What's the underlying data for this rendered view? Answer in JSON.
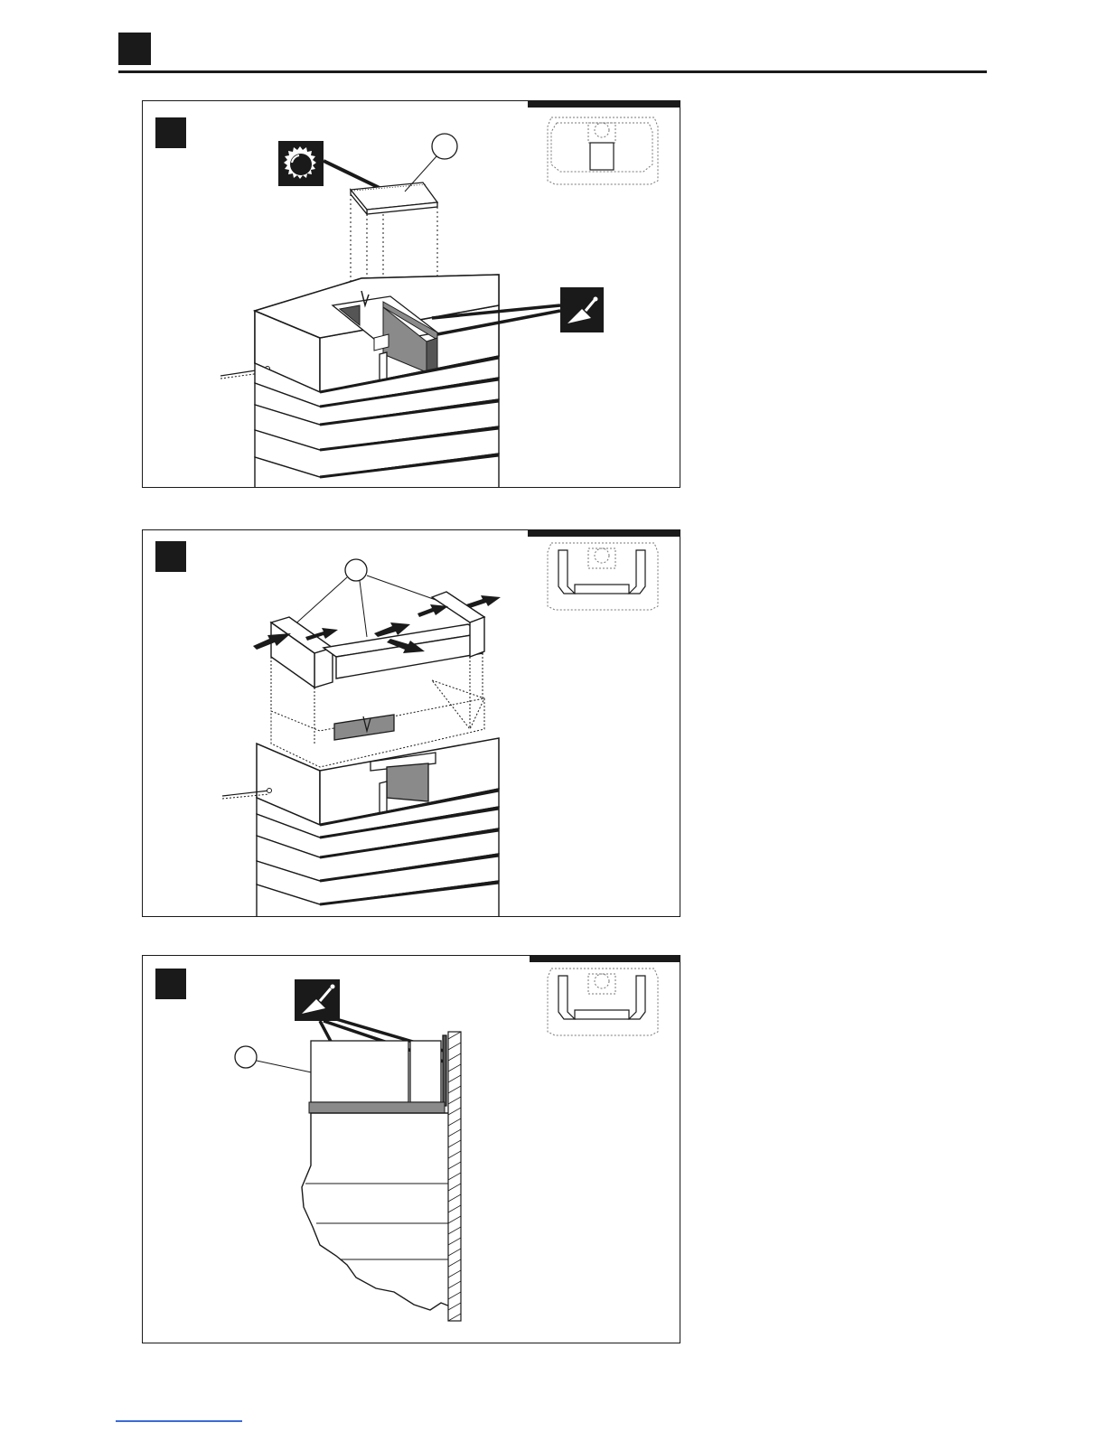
{
  "page": {
    "background": "#ffffff",
    "ink": "#1a1a1a",
    "mortar_fill": "#8a8a8a",
    "footer_link_color": "#3a6bd8"
  },
  "icons": {
    "step_marker": "filled-square-icon",
    "saw": "saw-blade-icon",
    "trowel": "trowel-icon",
    "part_callout": "circle-callout-icon",
    "adjust_arrows": "double-arrow-icon",
    "location_thumbnail": "stove-top-plan-icon"
  },
  "panels": [
    {
      "id": "step-1",
      "shows": [
        "saw-blade-icon",
        "trowel-icon",
        "circle-callout-icon"
      ]
    },
    {
      "id": "step-2",
      "shows": [
        "circle-callout-icon",
        "double-arrow-icon"
      ]
    },
    {
      "id": "step-3",
      "shows": [
        "trowel-icon",
        "circle-callout-icon"
      ]
    }
  ]
}
